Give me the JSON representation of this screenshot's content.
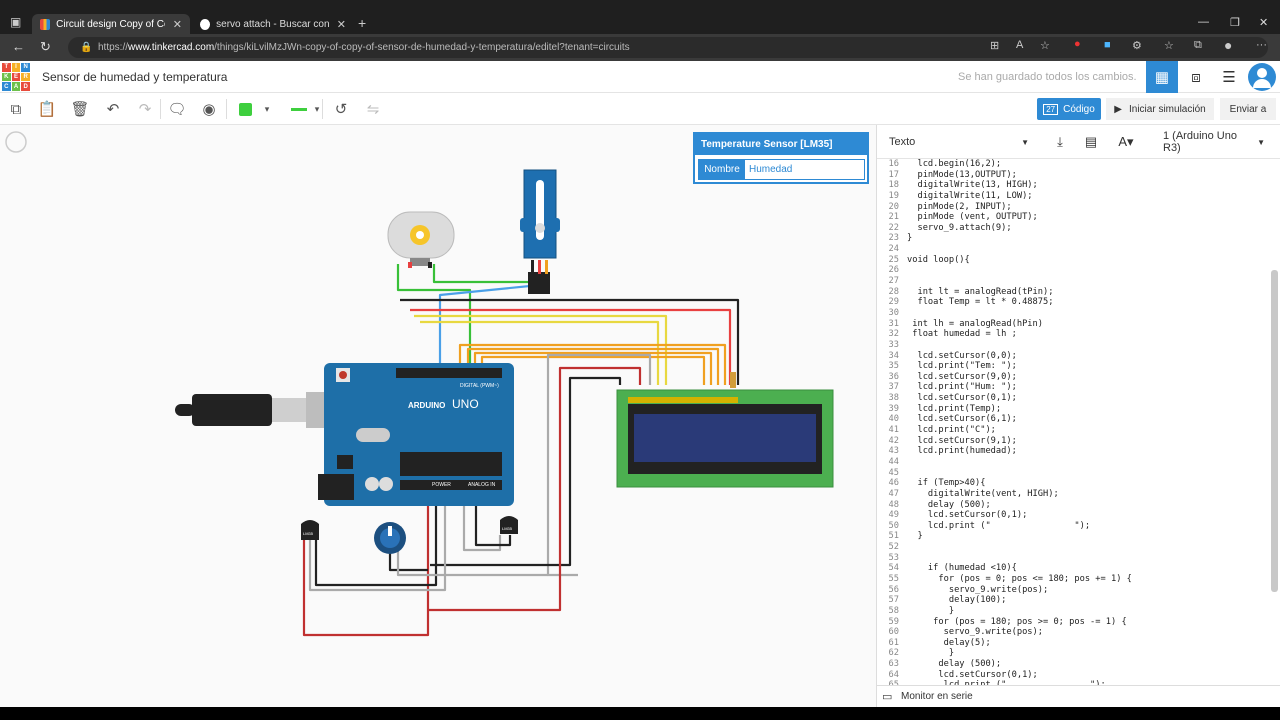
{
  "browser": {
    "tabs": [
      {
        "label": "Circuit design Copy of Copy of S"
      },
      {
        "label": "servo attach - Buscar con Google"
      }
    ],
    "url_prefix": "https://",
    "url_domain": "www.tinkercad.com",
    "url_path": "/things/kiLvilMzJWn-copy-of-copy-of-sensor-de-humedad-y-temperatura/editel?tenant=circuits"
  },
  "header": {
    "logo_letters": [
      "TIN",
      "KER",
      "CAD"
    ],
    "project_title": "Sensor de humedad y temperatura",
    "saved_status": "Se han guardado todos los cambios."
  },
  "toolbar": {
    "codigo_label": "Código",
    "simulate_label": "Iniciar simulación",
    "send_label": "Enviar a"
  },
  "properties": {
    "title": "Temperature Sensor [LM35]",
    "name_label": "Nombre",
    "name_value": "Humedad"
  },
  "code_panel": {
    "mode": "Texto",
    "board": "1 (Arduino Uno R3)",
    "serial_monitor": "Monitor en serie",
    "lines": [
      {
        "n": "16",
        "t": "  lcd.begin(16,2);"
      },
      {
        "n": "17",
        "t": "  pinMode(13,OUTPUT);"
      },
      {
        "n": "18",
        "t": "  digitalWrite(13, HIGH);"
      },
      {
        "n": "19",
        "t": "  digitalWrite(11, LOW);"
      },
      {
        "n": "20",
        "t": "  pinMode(2, INPUT);"
      },
      {
        "n": "21",
        "t": "  pinMode (vent, OUTPUT);"
      },
      {
        "n": "22",
        "t": "  servo_9.attach(9);"
      },
      {
        "n": "23",
        "t": "}"
      },
      {
        "n": "24",
        "t": ""
      },
      {
        "n": "25",
        "t": "void loop(){"
      },
      {
        "n": "26",
        "t": ""
      },
      {
        "n": "27",
        "t": ""
      },
      {
        "n": "28",
        "t": "  int lt = analogRead(tPin);"
      },
      {
        "n": "29",
        "t": "  float Temp = lt * 0.48875;"
      },
      {
        "n": "30",
        "t": ""
      },
      {
        "n": "31",
        "t": " int lh = analogRead(hPin)"
      },
      {
        "n": "32",
        "t": " float humedad = lh ;"
      },
      {
        "n": "33",
        "t": ""
      },
      {
        "n": "34",
        "t": "  lcd.setCursor(0,0);"
      },
      {
        "n": "35",
        "t": "  lcd.print(\"Tem: \");"
      },
      {
        "n": "36",
        "t": "  lcd.setCursor(9,0);"
      },
      {
        "n": "37",
        "t": "  lcd.print(\"Hum: \");"
      },
      {
        "n": "38",
        "t": "  lcd.setCursor(0,1);"
      },
      {
        "n": "39",
        "t": "  lcd.print(Temp);"
      },
      {
        "n": "40",
        "t": "  lcd.setCursor(6,1);"
      },
      {
        "n": "41",
        "t": "  lcd.print(\"C\");"
      },
      {
        "n": "42",
        "t": "  lcd.setCursor(9,1);"
      },
      {
        "n": "43",
        "t": "  lcd.print(humedad);"
      },
      {
        "n": "44",
        "t": ""
      },
      {
        "n": "45",
        "t": ""
      },
      {
        "n": "46",
        "t": "  if (Temp>40){"
      },
      {
        "n": "47",
        "t": "    digitalWrite(vent, HIGH);"
      },
      {
        "n": "48",
        "t": "    delay (500);"
      },
      {
        "n": "49",
        "t": "    lcd.setCursor(0,1);"
      },
      {
        "n": "50",
        "t": "    lcd.print (\"                \");"
      },
      {
        "n": "51",
        "t": "  }"
      },
      {
        "n": "52",
        "t": ""
      },
      {
        "n": "53",
        "t": ""
      },
      {
        "n": "54",
        "t": "    if (humedad <10){"
      },
      {
        "n": "55",
        "t": "      for (pos = 0; pos <= 180; pos += 1) {"
      },
      {
        "n": "56",
        "t": "        servo_9.write(pos);"
      },
      {
        "n": "57",
        "t": "        delay(100);"
      },
      {
        "n": "58",
        "t": "        }"
      },
      {
        "n": "59",
        "t": "     for (pos = 180; pos >= 0; pos -= 1) {"
      },
      {
        "n": "60",
        "t": "       servo_9.write(pos);"
      },
      {
        "n": "61",
        "t": "       delay(5);"
      },
      {
        "n": "62",
        "t": "        }"
      },
      {
        "n": "63",
        "t": "      delay (500);"
      },
      {
        "n": "64",
        "t": "      lcd.setCursor(0,1);"
      },
      {
        "n": "65",
        "t": "       lcd.print (\"                \");"
      }
    ]
  },
  "circuit": {
    "arduino_label": "UNO",
    "arduino_brand": "ARDUINO",
    "sensor_label": "LM35",
    "header_digital": "DIGITAL (PWM~)",
    "header_power": "POWER",
    "header_analog": "ANALOG IN"
  },
  "colors": {
    "accent": "#2e8ad4",
    "arduino": "#1e6fa8",
    "lcd_board": "#4caf50",
    "lcd_screen": "#2a3a78"
  }
}
